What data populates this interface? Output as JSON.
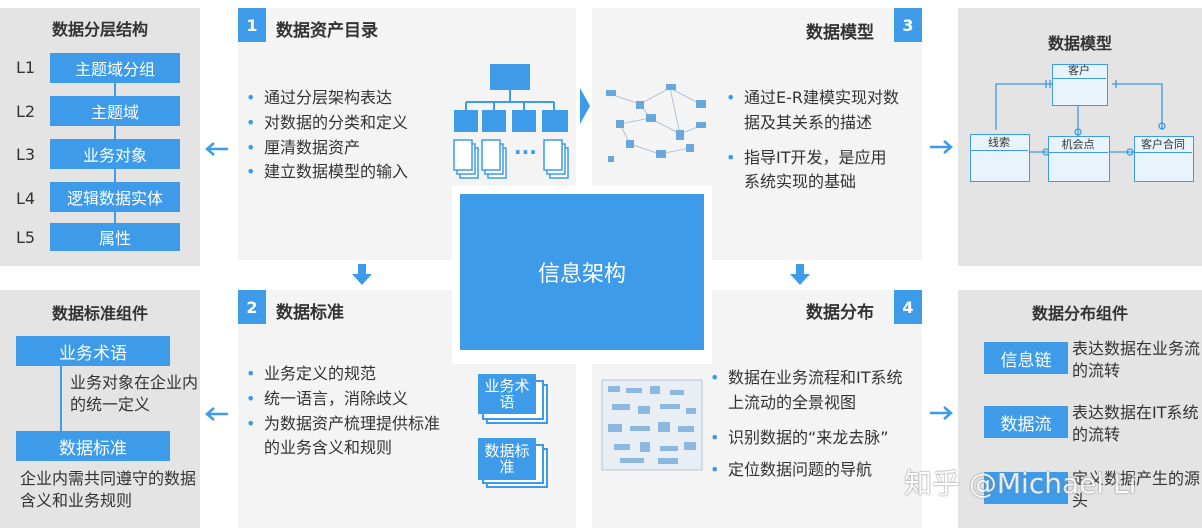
{
  "left_top": {
    "title": "数据分层结构",
    "levels": [
      {
        "id": "L1",
        "label": "主题域分组"
      },
      {
        "id": "L2",
        "label": "主题域"
      },
      {
        "id": "L3",
        "label": "业务对象"
      },
      {
        "id": "L4",
        "label": "逻辑数据实体"
      },
      {
        "id": "L5",
        "label": "属性"
      }
    ]
  },
  "left_bottom": {
    "title": "数据标准组件",
    "items": [
      {
        "label": "业务术语",
        "desc": "业务对象在企业内的统一定义"
      },
      {
        "label": "数据标准",
        "desc": "企业内需共同遵守的数据含义和业务规则"
      }
    ]
  },
  "panel1": {
    "num": "1",
    "title": "数据资产目录",
    "bullets": [
      "通过分层架构表达",
      "对数据的分类和定义",
      "厘清数据资产",
      "建立数据模型的输入"
    ],
    "dots": "···"
  },
  "panel2": {
    "num": "2",
    "title": "数据标准",
    "bullets": [
      "业务定义的规范",
      "统一语言，消除歧义",
      "为数据资产梳理提供标准的业务含义和规则"
    ],
    "stack1": "业务术语",
    "stack2": "数据标准"
  },
  "panel3": {
    "num": "3",
    "title": "数据模型",
    "bullets": [
      "通过E-R建模实现对数据及其关系的描述",
      "指导IT开发，是应用系统实现的基础"
    ]
  },
  "panel4": {
    "num": "4",
    "title": "数据分布",
    "bullets": [
      "数据在业务流程和IT系统上流动的全景视图",
      "识别数据的“来龙去脉”",
      "定位数据问题的导航"
    ]
  },
  "center": {
    "label": "信息架构"
  },
  "right_top": {
    "title": "数据模型",
    "entities": [
      "客户",
      "线索",
      "机会点",
      "客户合同"
    ]
  },
  "right_bottom": {
    "title": "数据分布组件",
    "items": [
      {
        "label": "信息链",
        "desc": "表达数据在业务流的流转"
      },
      {
        "label": "数据流",
        "desc": "表达数据在IT系统的流转"
      },
      {
        "label": "",
        "desc": "定义数据产生的源头"
      }
    ]
  },
  "watermark": "知乎 @Michael Li",
  "colors": {
    "accent": "#3d9be9",
    "panel": "#f4f4f4",
    "side": "#e4e4e4"
  }
}
